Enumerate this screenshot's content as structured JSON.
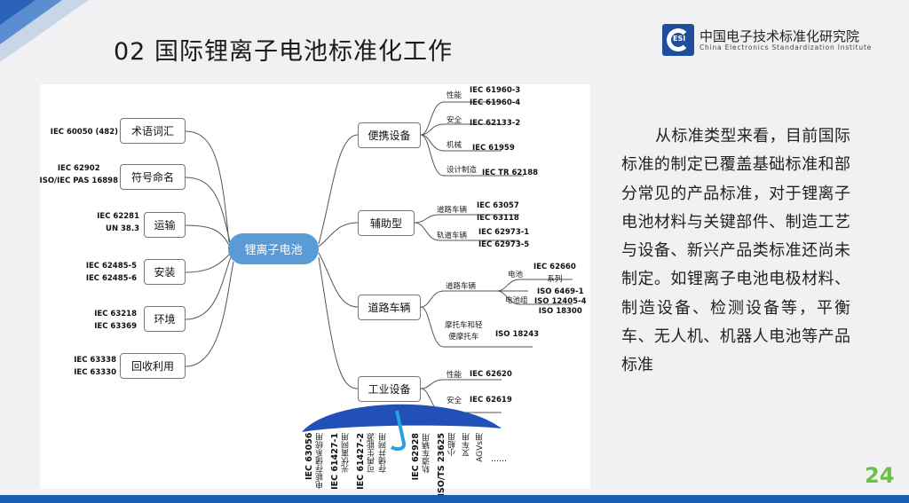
{
  "title": "02 国际锂离子电池标准化工作",
  "logo": {
    "cn": "中国电子技术标准化研究院",
    "en": "China Electronics Standardization Institute",
    "abbr": "ESI"
  },
  "mindmap": {
    "center": "锂离子电池",
    "left": [
      {
        "label": "术语词汇",
        "standards": [
          "IEC 60050 (482)"
        ]
      },
      {
        "label": "符号命名",
        "standards": [
          "IEC 62902",
          "ISO/IEC PAS 16898"
        ]
      },
      {
        "label": "运输",
        "standards": [
          "IEC 62281",
          "UN 38.3"
        ]
      },
      {
        "label": "安装",
        "standards": [
          "IEC 62485-5",
          "IEC 62485-6"
        ]
      },
      {
        "label": "环境",
        "standards": [
          "IEC 63218",
          "IEC 63369"
        ]
      },
      {
        "label": "回收利用",
        "standards": [
          "IEC 63338",
          "IEC 63330"
        ]
      }
    ],
    "right": {
      "portable": {
        "label": "便携设备",
        "subs": [
          {
            "label": "性能",
            "standards": [
              "IEC 61960-3",
              "IEC 61960-4"
            ]
          },
          {
            "label": "安全",
            "standards": [
              "IEC 62133-2"
            ]
          },
          {
            "label": "机械",
            "standards": [
              "IEC 61959"
            ]
          },
          {
            "label": "设计制造",
            "standards": [
              "IEC TR 62188"
            ]
          }
        ]
      },
      "auxiliary": {
        "label": "辅助型",
        "subs": [
          {
            "label": "道路车辆",
            "standards": [
              "IEC 63057",
              "IEC 63118"
            ]
          },
          {
            "label": "轨道车辆",
            "standards": [
              "IEC 62973-1",
              "IEC 62973-5"
            ]
          }
        ]
      },
      "road": {
        "label": "道路车辆",
        "subs": [
          {
            "label": "道路车辆",
            "children": [
              {
                "label": "电池",
                "standards": [
                  "IEC 62660",
                  "系列"
                ]
              },
              {
                "label": "电池组",
                "standards": [
                  "ISO 6469-1",
                  "ISO 12405-4",
                  "ISO 18300"
                ]
              }
            ]
          },
          {
            "label": "摩托车和轻",
            "label2": "便摩托车",
            "standards": [
              "ISO 18243"
            ]
          }
        ]
      },
      "industrial": {
        "label": "工业设备",
        "subs": [
          {
            "label": "性能",
            "standards": [
              "IEC 62620"
            ]
          },
          {
            "label": "安全",
            "standards": [
              "IEC 62619"
            ]
          }
        ]
      }
    },
    "umbrella": [
      {
        "std": "IEC 63056",
        "use": "电能存储系统用"
      },
      {
        "std": "IEC 61427-1",
        "use": "光伏离网用"
      },
      {
        "std": "IEC 61427-2",
        "use": "可再生能源",
        "use2": "存储并网用"
      },
      {
        "std": "IEC 62928",
        "use": "轨道车辆用"
      },
      {
        "std": "ISO/TS 23625",
        "use": "小船用"
      },
      {
        "std": "",
        "use": "叉车用"
      },
      {
        "std": "",
        "use": "AGVs用"
      },
      {
        "std": "",
        "use": "……"
      }
    ]
  },
  "body_text": "从标准类型来看，目前国际标准的制定已覆盖基础标准和部分常见的产品标准，对于锂离子电池材料与关键部件、制造工艺与设备、新兴产品类标准还尚未制定。如锂离子电池电极材料、制造设备、检测设备等，平衡车、无人机、机器人电池等产品标准",
  "page_number": "24",
  "colors": {
    "accent": "#1a5fb4",
    "center_node": "#5b9bd5",
    "page_number": "#6cbf4a"
  }
}
